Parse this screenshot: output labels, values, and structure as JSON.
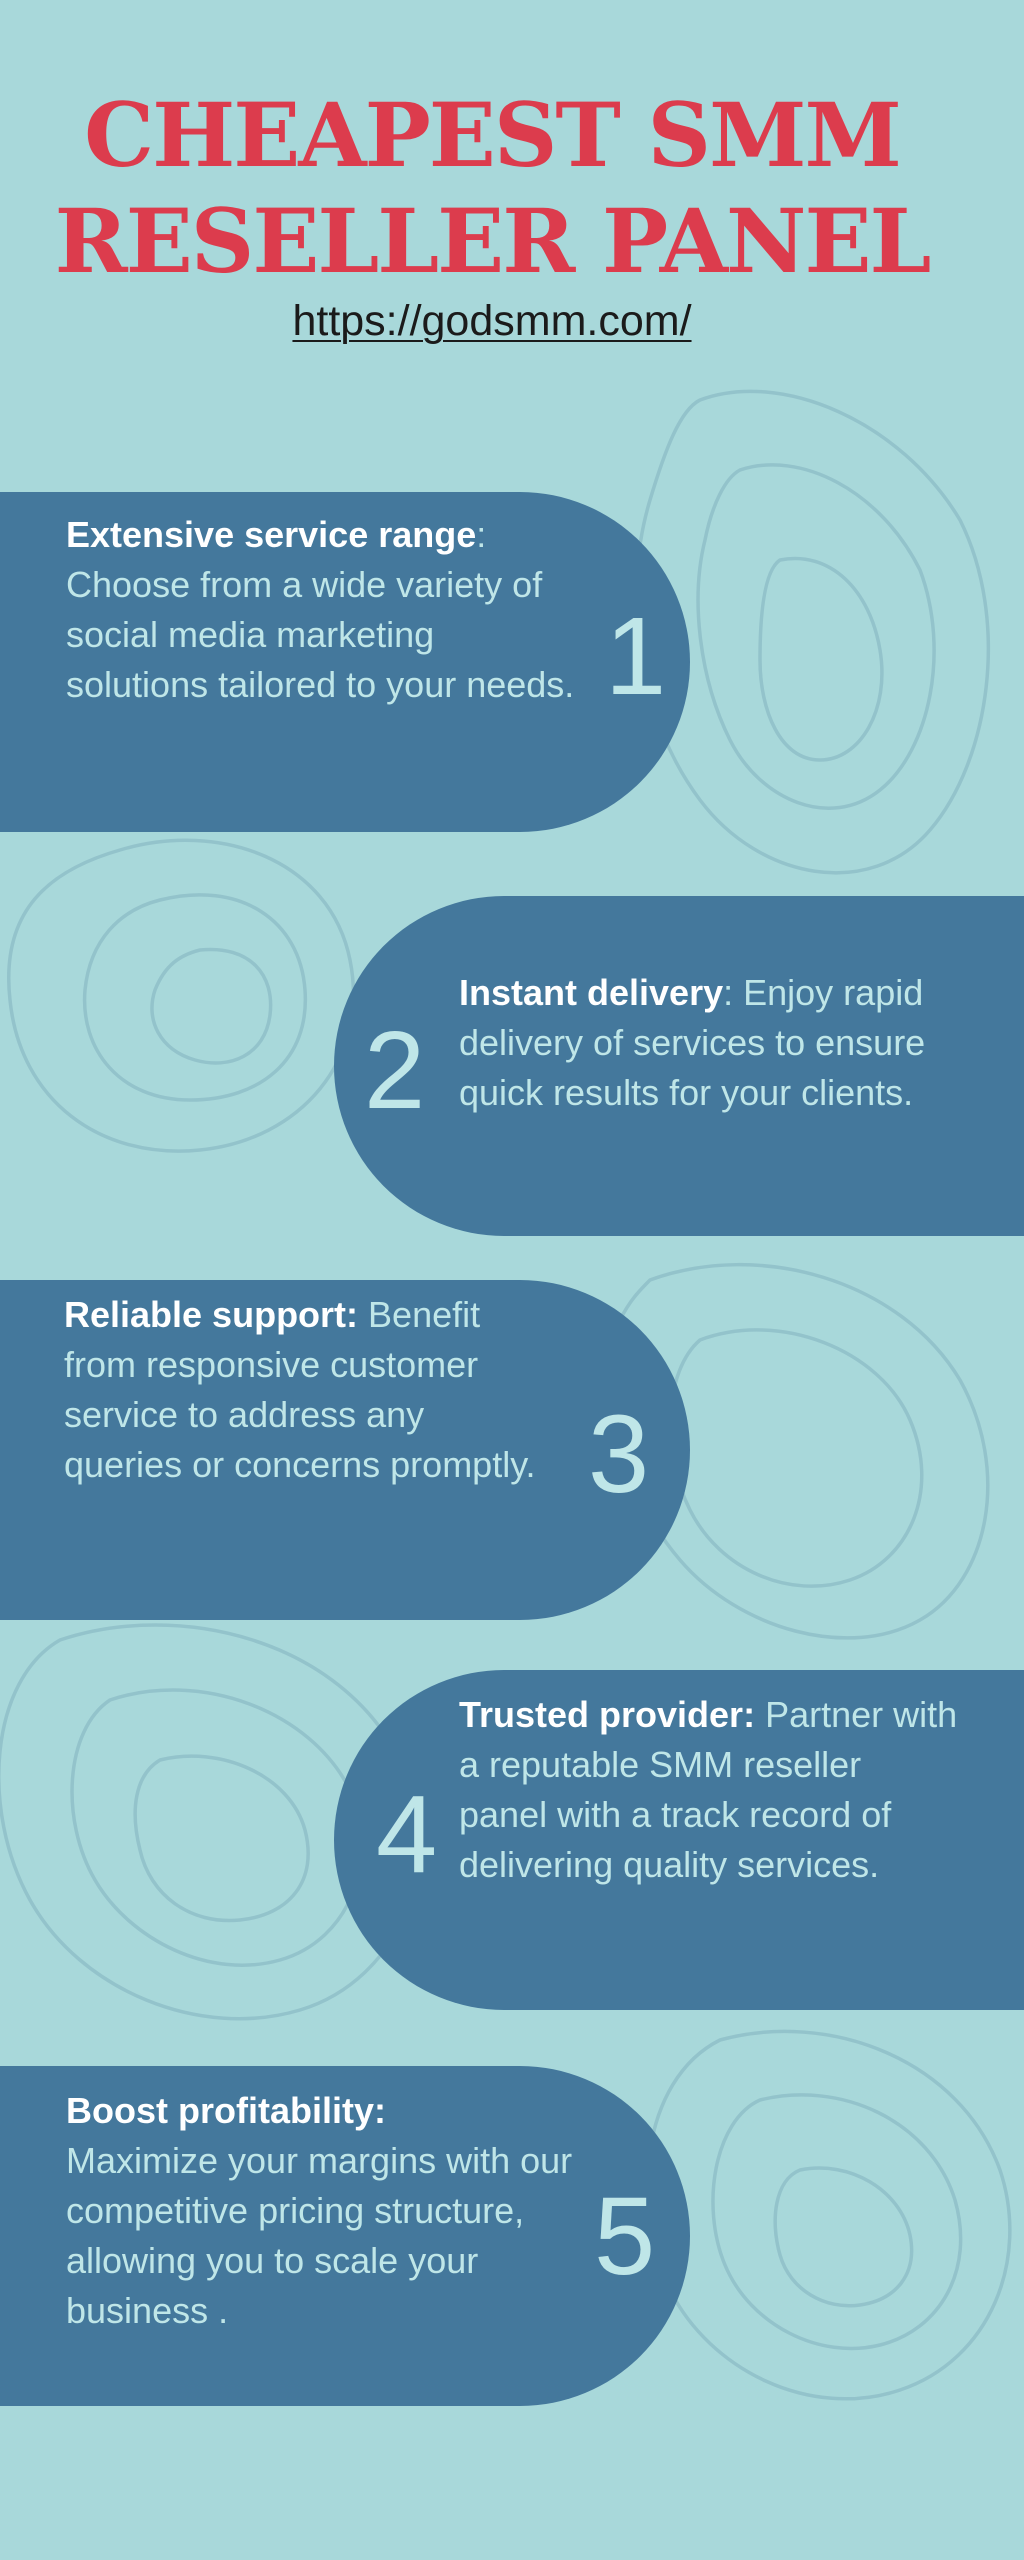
{
  "header": {
    "title_line1": "CHEAPEST SMM",
    "title_line2": "RESELLER PANEL",
    "url": "https://godsmm.com/"
  },
  "features": [
    {
      "number": "1",
      "heading": "Extensive service range",
      "separator": ":",
      "text": "Choose from a wide variety of social media marketing solutions tailored to your needs."
    },
    {
      "number": "2",
      "heading": "Instant delivery",
      "separator": ":",
      "text": "Enjoy rapid delivery of services to ensure quick results for your clients."
    },
    {
      "number": "3",
      "heading": "Reliable support:",
      "separator": "",
      "text": "Benefit from responsive customer service to address any queries or concerns promptly."
    },
    {
      "number": "4",
      "heading": "Trusted provider:",
      "separator": "",
      "text": "Partner with a reputable SMM reseller panel with a track record of delivering quality services."
    },
    {
      "number": "5",
      "heading": "Boost profitability:",
      "separator": "",
      "text": "Maximize your margins with our competitive pricing structure, allowing you to scale your business ."
    }
  ],
  "colors": {
    "background": "#a8d8da",
    "card": "#44789c",
    "title": "#dc3c4d",
    "card_text": "#bfe6e8",
    "card_heading": "#ffffff"
  }
}
